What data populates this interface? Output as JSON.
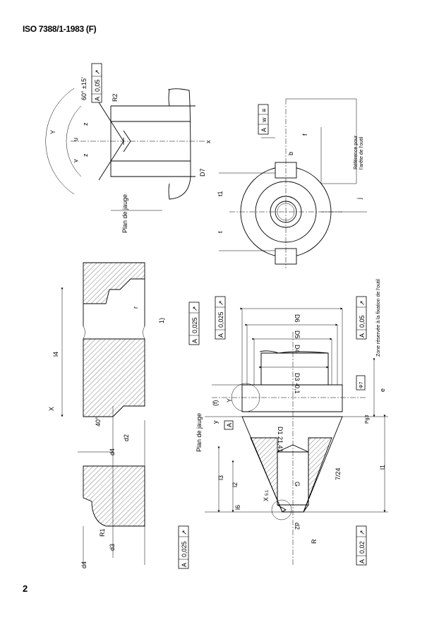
{
  "header": {
    "standard": "ISO 7388/1-1983 (F)"
  },
  "page_number": "2",
  "detail_x": {
    "title": "X",
    "labels": {
      "l4": "l4",
      "d4": "d4",
      "d3": "d3",
      "d2": "d2",
      "d4b": "d4",
      "r1": "R1",
      "r": "r",
      "angle": "40°",
      "note": "1)"
    }
  },
  "detail_y": {
    "title": "Y",
    "labels": {
      "u": "u",
      "v": "v",
      "angle": "60° ±15'",
      "z1": "z",
      "z2": "z",
      "r2": "R2",
      "x": "x",
      "d7": "D7",
      "gauge_plane": "Plan de jauge"
    },
    "tolerance": {
      "symbol": "circular-runout",
      "value": "0,05",
      "datum": "A"
    }
  },
  "end_view": {
    "labels": {
      "t": "t",
      "t1": "t1",
      "j": "j",
      "f": "f",
      "b": "b",
      "reference": [
        "Référence pour",
        "l'arête de l'outil"
      ]
    },
    "tolerance": {
      "symbol": "symmetry",
      "value": "w",
      "datum": "A"
    }
  },
  "main_view": {
    "labels": {
      "d6": "D6",
      "d5": "D5",
      "d4": "D4",
      "d3": "D3 -0,1",
      "d1": "D1 21,41",
      "f": "(f)",
      "y_detail": "Y",
      "y": "y",
      "gauge_plane": "Plan de jauge",
      "datum_a": "A",
      "l3": "l3",
      "l2": "l2",
      "l1": "l1",
      "l6": "l6",
      "x_detail": "X",
      "x_scale": "5:1",
      "g": "G",
      "d2": "d2",
      "r": "R",
      "taper": "7/24",
      "e": "e",
      "pg": "Pg3",
      "position": "Φ7",
      "zone": "Zone réservée à la fixation de l'outil"
    },
    "tolerances": [
      {
        "id": "t1",
        "symbol": "circular-runout",
        "value": "0,025",
        "datum": "A"
      },
      {
        "id": "t2",
        "symbol": "circular-runout",
        "value": "0,025",
        "datum": "A"
      },
      {
        "id": "t3",
        "symbol": "circular-runout",
        "value": "0,05",
        "datum": "A"
      },
      {
        "id": "t4",
        "symbol": "circular-runout",
        "value": "0,025",
        "datum": "A"
      },
      {
        "id": "t5",
        "symbol": "circular-runout",
        "value": "0,02",
        "datum": "A"
      }
    ]
  }
}
